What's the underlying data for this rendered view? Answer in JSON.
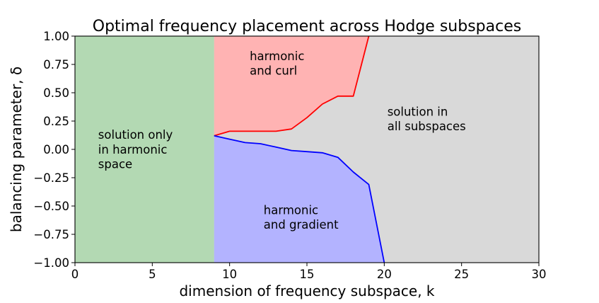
{
  "chart_data": {
    "type": "area",
    "title": "Optimal frequency placement across Hodge subspaces",
    "xlabel": "dimension of frequency subspace, k",
    "ylabel": "balancing parameter, δ",
    "xlim": [
      0,
      30
    ],
    "ylim": [
      -1.0,
      1.0
    ],
    "x_ticks": [
      0,
      5,
      10,
      15,
      20,
      25,
      30
    ],
    "x_tick_labels": [
      "0",
      "5",
      "10",
      "15",
      "20",
      "25",
      "30"
    ],
    "y_ticks": [
      1.0,
      0.75,
      0.5,
      0.25,
      0.0,
      -0.25,
      -0.5,
      -0.75,
      -1.0
    ],
    "y_tick_labels": [
      "1.00",
      "0.75",
      "0.50",
      "0.25",
      "0.00",
      "−0.25",
      "−0.50",
      "−0.75",
      "−1.00"
    ],
    "grid": false,
    "legend": "none",
    "harmonic_boundary_k": 9,
    "series": [
      {
        "key": "curl",
        "color": "#ff0000",
        "fill": "#ffb3b3",
        "points": [
          [
            9,
            0.12
          ],
          [
            10,
            0.16
          ],
          [
            11,
            0.16
          ],
          [
            12,
            0.16
          ],
          [
            13,
            0.16
          ],
          [
            14,
            0.18
          ],
          [
            15,
            0.28
          ],
          [
            16,
            0.4
          ],
          [
            17,
            0.47
          ],
          [
            18,
            0.47
          ],
          [
            19,
            1.0
          ]
        ]
      },
      {
        "key": "gradient",
        "color": "#0000ff",
        "fill": "#b3b3ff",
        "points": [
          [
            9,
            0.12
          ],
          [
            10,
            0.09
          ],
          [
            11,
            0.06
          ],
          [
            12,
            0.05
          ],
          [
            13,
            0.02
          ],
          [
            14,
            -0.01
          ],
          [
            15,
            -0.02
          ],
          [
            16,
            -0.03
          ],
          [
            17,
            -0.07
          ],
          [
            18,
            -0.2
          ],
          [
            19,
            -0.31
          ],
          [
            20,
            -1.0
          ]
        ]
      }
    ],
    "regions": [
      {
        "key": "harmonic_only",
        "lines": [
          "solution only",
          "in harmonic",
          "space"
        ],
        "fill": "#b3d9b3",
        "at": [
          1.5,
          0.0
        ]
      },
      {
        "key": "harmonic_curl",
        "lines": [
          "harmonic",
          "and curl"
        ],
        "fill": "#ffb3b3",
        "at": [
          11.3,
          0.76
        ]
      },
      {
        "key": "harmonic_gradient",
        "lines": [
          "harmonic",
          "and gradient"
        ],
        "fill": "#b3b3ff",
        "at": [
          12.2,
          -0.6
        ]
      },
      {
        "key": "all_subspaces",
        "lines": [
          "solution in",
          "all subspaces"
        ],
        "fill": "#d9d9d9",
        "at": [
          20.2,
          0.27
        ]
      }
    ]
  }
}
